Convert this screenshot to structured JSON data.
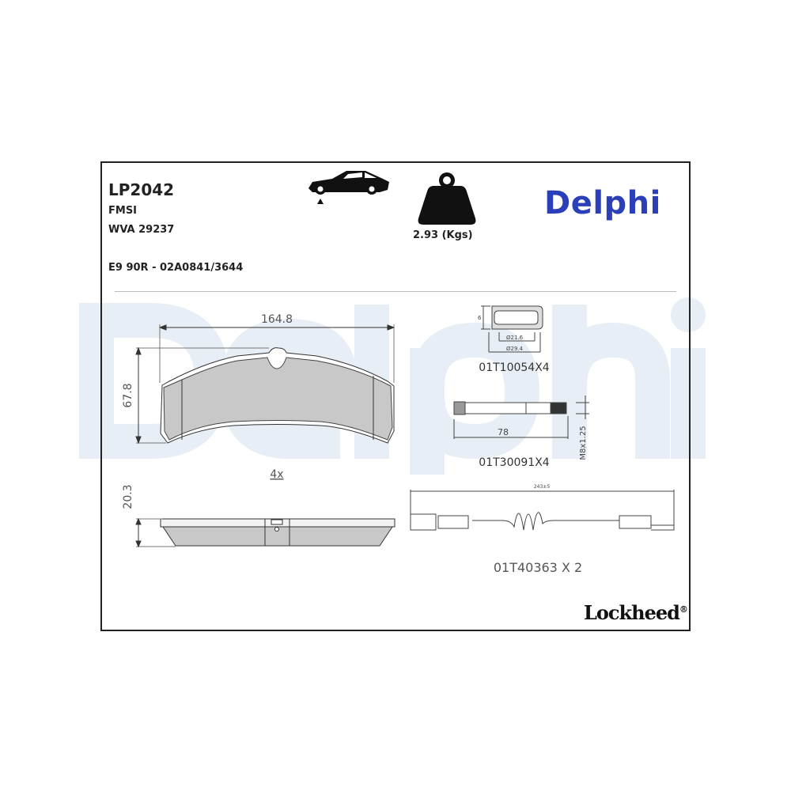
{
  "header": {
    "part_number": "LP2042",
    "fmsi_label": "FMSI",
    "wva": "WVA 29237",
    "approval": "E9 90R - 02A0841/3644",
    "weight": "2.93 (Kgs)",
    "brand": "Delphi",
    "car_icon": "car-axle-icon",
    "weight_icon": "weight-icon"
  },
  "watermark": "Delphi",
  "pad": {
    "width": "164.8",
    "height": "67.8",
    "thickness": "20.3",
    "quantity": "4x"
  },
  "accessories": {
    "bushing": {
      "dim_h": "6",
      "dim_inner": "Ø21.6",
      "dim_outer": "Ø29.4",
      "code": "01T10054X4"
    },
    "bolt": {
      "length": "78",
      "thread": "M8x1.25",
      "code": "01T30091X4"
    },
    "sensor": {
      "length": "243±5",
      "code": "01T40363 X 2"
    }
  },
  "footer": {
    "brand": "Lockheed",
    "mark": "®"
  },
  "colors": {
    "brand_blue": "#2a3fb8",
    "pad_fill": "#c8c8c8",
    "watermark": "#e8eef5"
  }
}
